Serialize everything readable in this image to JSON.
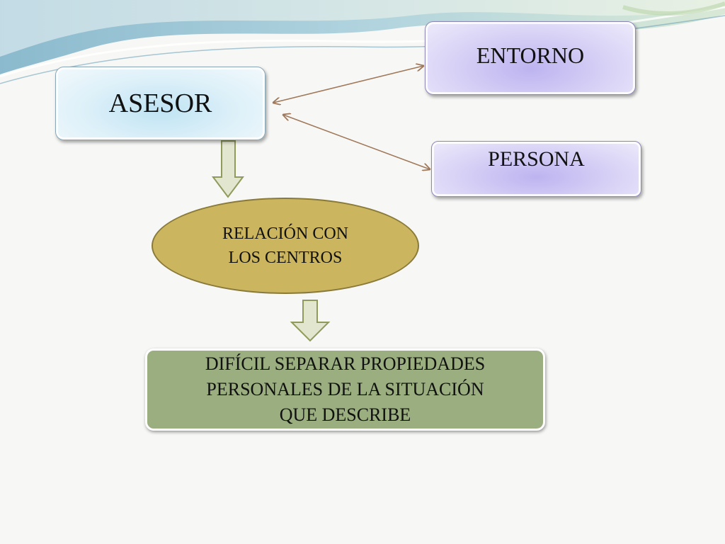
{
  "nodes": {
    "asesor": {
      "label": "ASESOR"
    },
    "entorno": {
      "label": "ENTORNO"
    },
    "persona": {
      "label": "PERSONA"
    },
    "relacion": {
      "lines": [
        "RELACIÓN CON",
        "LOS CENTROS"
      ]
    },
    "dificil": {
      "lines": [
        "DIFÍCIL SEPARAR PROPIEDADES",
        "PERSONALES DE LA SITUACIÓN",
        "QUE DESCRIBE"
      ]
    }
  },
  "colors": {
    "asesor_fill": "#cde9f5",
    "entorno_fill": "#cfc8f4",
    "relacion_fill": "#cbb55f",
    "dificil_fill": "#9aae80",
    "block_arrow_fill": "#e2e6cf",
    "block_arrow_stroke": "#8f9a5c",
    "connector_color": "#a0785a"
  }
}
